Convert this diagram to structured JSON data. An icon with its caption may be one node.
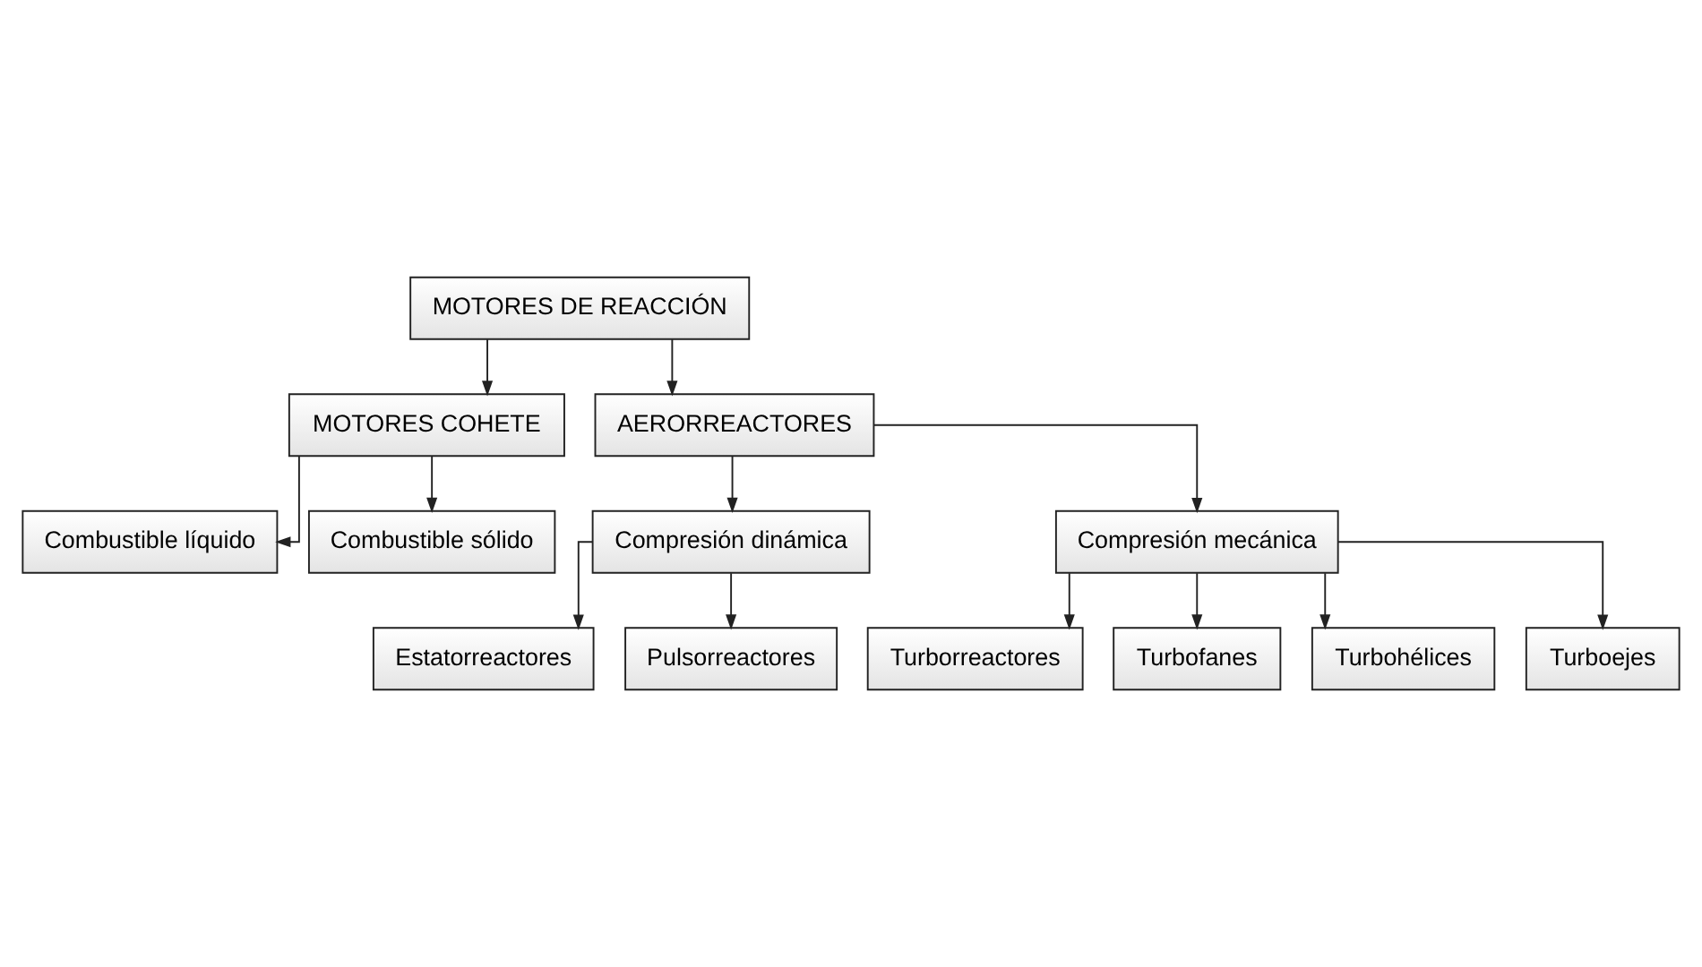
{
  "diagram": {
    "nodes": [
      {
        "text": [
          "MOTORES DE REACCIÓN"
        ]
      },
      {
        "text": [
          "MOTORES COHETE"
        ]
      },
      {
        "text": [
          "AERORREACTORES"
        ]
      },
      {
        "text": [
          "Combustible líquido"
        ]
      },
      {
        "text": [
          "Combustible sólido"
        ]
      },
      {
        "text": [
          "Compresión dinámica"
        ]
      },
      {
        "text": [
          "Compresión mecánica"
        ]
      },
      {
        "text": [
          "Estatorreactores"
        ]
      },
      {
        "text": [
          "Pulsorreactores"
        ]
      },
      {
        "text": [
          "Turborreactores"
        ]
      },
      {
        "text": [
          "Turbofanes"
        ]
      },
      {
        "text": [
          "Turbohélices"
        ]
      },
      {
        "text": [
          "Turboejes"
        ]
      }
    ],
    "edges": [
      {
        "from": 0,
        "to": 1,
        "arrow": "to"
      },
      {
        "from": 0,
        "to": 2,
        "arrow": "to"
      },
      {
        "from": 1,
        "to": 3,
        "arrow": "to"
      },
      {
        "from": 1,
        "to": 4,
        "arrow": "to"
      },
      {
        "from": 2,
        "to": 5,
        "arrow": "to"
      },
      {
        "from": 2,
        "to": 6,
        "arrow": "to"
      },
      {
        "from": 5,
        "to": 7,
        "arrow": "to"
      },
      {
        "from": 5,
        "to": 8,
        "arrow": "to"
      },
      {
        "from": 6,
        "to": 9,
        "arrow": "to"
      },
      {
        "from": 6,
        "to": 10,
        "arrow": "to"
      },
      {
        "from": 6,
        "to": 11,
        "arrow": "to"
      },
      {
        "from": 6,
        "to": 12,
        "arrow": "to"
      }
    ]
  }
}
